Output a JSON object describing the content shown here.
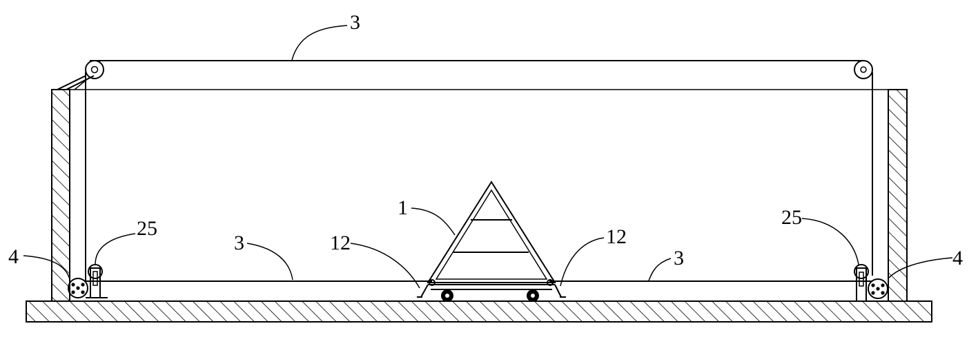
{
  "labels": {
    "rope_top": "3",
    "rope_left": "3",
    "rope_right": "3",
    "frame": "1",
    "guide_left": "12",
    "guide_right": "12",
    "pulley_left": "25",
    "pulley_right": "25",
    "winch_left": "4",
    "winch_right": "4"
  },
  "colors": {
    "line": "#000000",
    "background": "#ffffff"
  }
}
